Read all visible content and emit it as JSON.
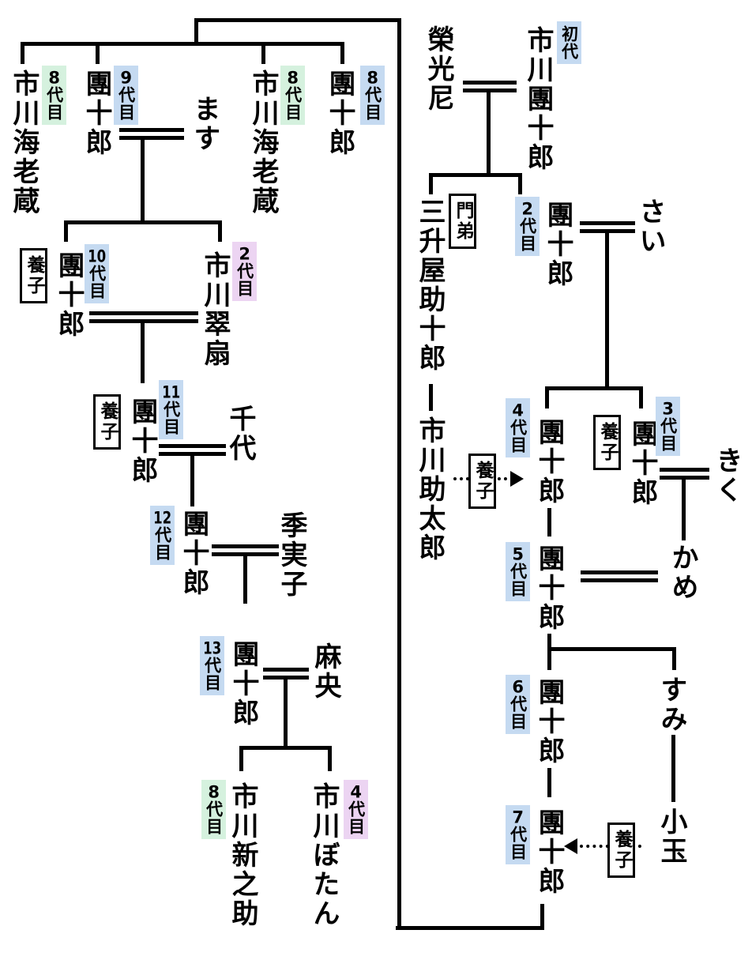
{
  "colors": {
    "badge_blue": "#c5daf1",
    "badge_green": "#d5f1de",
    "badge_pink": "#ecd4f2",
    "line": "#000000",
    "background": "#ffffff"
  },
  "arrows": [
    {
      "label": "養子"
    },
    {
      "label": "養子"
    }
  ],
  "nodes": [
    {
      "name": "市川團十郎",
      "badge": {
        "digits": "",
        "kanji": "初代",
        "color": "#c5daf1"
      }
    },
    {
      "name": "榮光尼"
    },
    {
      "name": "三升屋助十郎",
      "relation": "門弟"
    },
    {
      "name": "市川助太郎"
    },
    {
      "name": "團十郎",
      "badge": {
        "digits": "2",
        "kanji": "代目",
        "color": "#c5daf1"
      }
    },
    {
      "name": "さい"
    },
    {
      "name": "團十郎",
      "badge": {
        "digits": "3",
        "kanji": "代目",
        "color": "#c5daf1"
      },
      "relation": "養子"
    },
    {
      "name": "きく"
    },
    {
      "name": "團十郎",
      "badge": {
        "digits": "4",
        "kanji": "代目",
        "color": "#c5daf1"
      }
    },
    {
      "name": "かめ"
    },
    {
      "name": "團十郎",
      "badge": {
        "digits": "5",
        "kanji": "代目",
        "color": "#c5daf1"
      }
    },
    {
      "name": "すみ"
    },
    {
      "name": "團十郎",
      "badge": {
        "digits": "6",
        "kanji": "代目",
        "color": "#c5daf1"
      }
    },
    {
      "name": "小玉"
    },
    {
      "name": "團十郎",
      "badge": {
        "digits": "7",
        "kanji": "代目",
        "color": "#c5daf1"
      }
    },
    {
      "name": "市川海老蔵",
      "badge": {
        "digits": "8",
        "kanji": "代目",
        "color": "#d5f1de"
      }
    },
    {
      "name": "團十郎",
      "badge": {
        "digits": "9",
        "kanji": "代目",
        "color": "#c5daf1"
      }
    },
    {
      "name": "ます"
    },
    {
      "name": "市川海老蔵",
      "badge": {
        "digits": "8",
        "kanji": "代目",
        "color": "#d5f1de"
      }
    },
    {
      "name": "團十郎",
      "badge": {
        "digits": "8",
        "kanji": "代目",
        "color": "#c5daf1"
      }
    },
    {
      "name": "團十郎",
      "badge": {
        "digits": "10",
        "kanji": "代目",
        "color": "#c5daf1"
      },
      "relation": "養子"
    },
    {
      "name": "市川翠扇",
      "badge": {
        "digits": "2",
        "kanji": "代目",
        "color": "#ecd4f2"
      }
    },
    {
      "name": "團十郎",
      "badge": {
        "digits": "11",
        "kanji": "代目",
        "color": "#c5daf1"
      },
      "relation": "養子"
    },
    {
      "name": "千代"
    },
    {
      "name": "團十郎",
      "badge": {
        "digits": "12",
        "kanji": "代目",
        "color": "#c5daf1"
      }
    },
    {
      "name": "季実子"
    },
    {
      "name": "團十郎",
      "badge": {
        "digits": "13",
        "kanji": "代目",
        "color": "#c5daf1"
      }
    },
    {
      "name": "麻央"
    },
    {
      "name": "市川新之助",
      "badge": {
        "digits": "8",
        "kanji": "代目",
        "color": "#d5f1de"
      }
    },
    {
      "name": "市川ぼたん",
      "badge": {
        "digits": "4",
        "kanji": "代目",
        "color": "#ecd4f2"
      }
    }
  ]
}
